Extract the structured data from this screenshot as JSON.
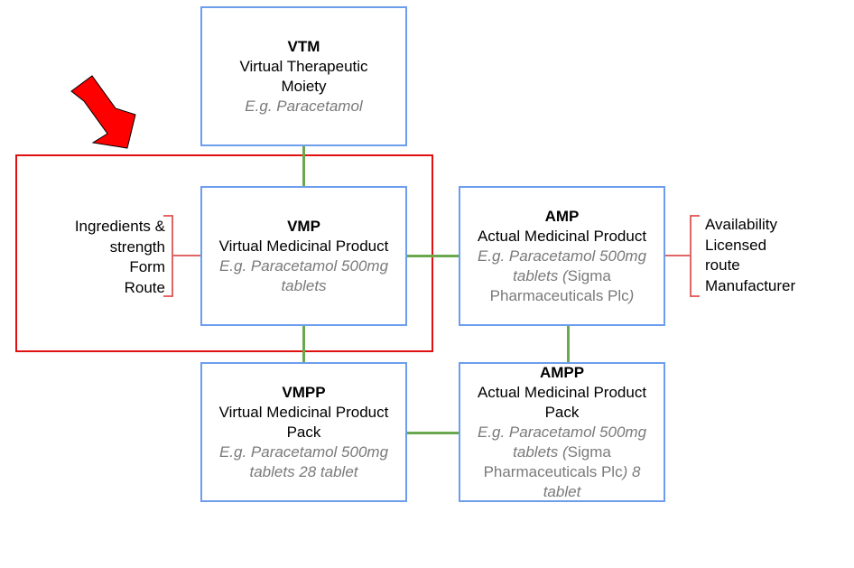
{
  "diagram": {
    "vtm": {
      "title": "VTM",
      "name": [
        "Virtual Therapeutic",
        "Moiety"
      ],
      "example": "E.g. Paracetamol"
    },
    "vmp": {
      "title": "VMP",
      "name": [
        "Virtual Medicinal Product"
      ],
      "example": [
        "E.g. Paracetamol 500mg",
        "tablets"
      ]
    },
    "amp": {
      "title": "AMP",
      "name": [
        "Actual Medicinal Product"
      ],
      "example": {
        "line1": "E.g. Paracetamol 500mg",
        "line2a": "tablets (",
        "line2b": "Sigma",
        "line3a": "Pharmaceuticals Plc",
        "line3b": ")"
      }
    },
    "vmpp": {
      "title": "VMPP",
      "name": [
        "Virtual Medicinal Product",
        "Pack"
      ],
      "example": [
        "E.g. Paracetamol 500mg",
        "tablets 28 tablet"
      ]
    },
    "ampp": {
      "title": "AMPP",
      "name": [
        "Actual Medicinal Product",
        "Pack"
      ],
      "example": {
        "line1": "E.g. Paracetamol 500mg",
        "line2a": "tablets (",
        "line2b": "Sigma",
        "line3a": "Pharmaceuticals Plc",
        "line3b": ") 8",
        "line4": "tablet"
      }
    },
    "vmp_attributes": [
      "Ingredients &",
      "strength",
      "Form",
      "Route"
    ],
    "amp_attributes": [
      "Availability",
      "Licensed",
      "route",
      "Manufacturer"
    ]
  },
  "colors": {
    "box_border": "#6d9eeb",
    "connector": "#6aa84f",
    "bracket": "#e06666",
    "highlight": "#e01010",
    "arrow": "#ff0000",
    "example_text": "#7a7a7a"
  }
}
